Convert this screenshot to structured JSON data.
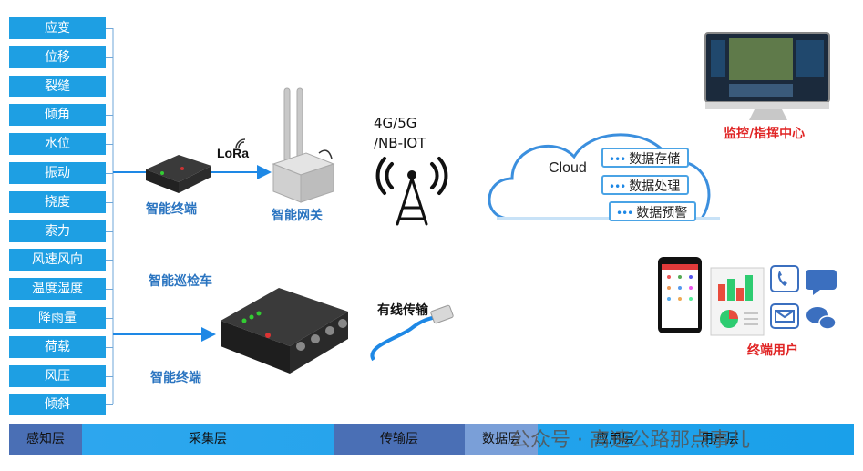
{
  "sensors": [
    "应变",
    "位移",
    "裂缝",
    "倾角",
    "水位",
    "振动",
    "挠度",
    "索力",
    "风速风向",
    "温度湿度",
    "降雨量",
    "荷载",
    "风压",
    "倾斜"
  ],
  "devices": {
    "smart_terminal_top": "智能终端",
    "lora": "LoRa",
    "gateway": "智能网关",
    "inspection_vehicle": "智能巡检车",
    "smart_terminal_bottom": "智能终端"
  },
  "network": {
    "wireless_line1": "4G/5G",
    "wireless_line2": "/NB-IOT",
    "wired": "有线传输"
  },
  "cloud": {
    "label": "Cloud",
    "items": [
      "数据存储",
      "数据处理",
      "数据预警"
    ]
  },
  "monitor_center": "监控/指挥中心",
  "end_user": "终端用户",
  "layers": [
    "感知层",
    "采集层",
    "传输层",
    "数据层",
    "应用层",
    "用户层"
  ],
  "watermark": "公众号 · 高速公路那点事儿",
  "colors": {
    "sensor_blue": "#1e9fe3",
    "layer_dark": "#4a6fb5",
    "layer_light": "#1ea7f0",
    "label_blue": "#2a74c0",
    "label_red": "#e02424"
  }
}
